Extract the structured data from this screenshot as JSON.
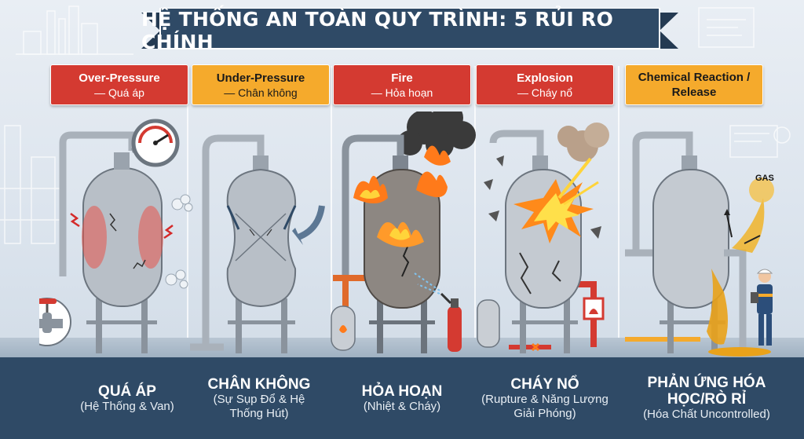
{
  "title": "HỆ THỐNG AN TOÀN QUY TRÌNH: 5 RỦI RO CHÍNH",
  "colors": {
    "banner": "#2f4a66",
    "red_label": "#d43a31",
    "yellow_label": "#f5aa2c",
    "footer": "#2f4a66",
    "vessel": "#b8bfc7"
  },
  "risks": [
    {
      "label_en": "Over-Pressure",
      "label_vi": "— Quá áp",
      "label_color": "red",
      "footer_title": "QUÁ ÁP",
      "footer_sub": "(Hệ Thống & Van)",
      "icons": [
        "pressure-gauge-icon",
        "valve-icon",
        "steam-leak-icon"
      ]
    },
    {
      "label_en": "Under-Pressure",
      "label_vi": "— Chân không",
      "label_color": "yellow",
      "footer_title": "CHÂN KHÔNG",
      "footer_sub": "(Sự Sụp Đổ & Hệ Thống Hút)",
      "icons": [
        "collapsed-vessel-icon",
        "suction-arrow-icon"
      ]
    },
    {
      "label_en": "Fire",
      "label_vi": "— Hỏa hoạn",
      "label_color": "red",
      "footer_title": "HỎA HOẠN",
      "footer_sub": "(Nhiệt & Cháy)",
      "icons": [
        "flame-icon",
        "smoke-icon",
        "fire-extinguisher-icon"
      ]
    },
    {
      "label_en": "Explosion",
      "label_vi": "— Cháy nổ",
      "label_color": "red",
      "footer_title": "CHÁY NỔ",
      "footer_sub": "(Rupture & Năng Lượng Giải Phóng)",
      "icons": [
        "explosion-icon",
        "fire-warning-sign-icon"
      ]
    },
    {
      "label_en": "Chemical Reaction / Release",
      "label_vi": "",
      "label_color": "yellow",
      "footer_title": "PHẢN ỨNG HÓA HỌC/RÒ RỈ",
      "footer_sub": "(Hóa Chất Uncontrolled)",
      "gas_label": "GAS",
      "icons": [
        "chemical-leak-icon",
        "worker-icon"
      ]
    }
  ]
}
